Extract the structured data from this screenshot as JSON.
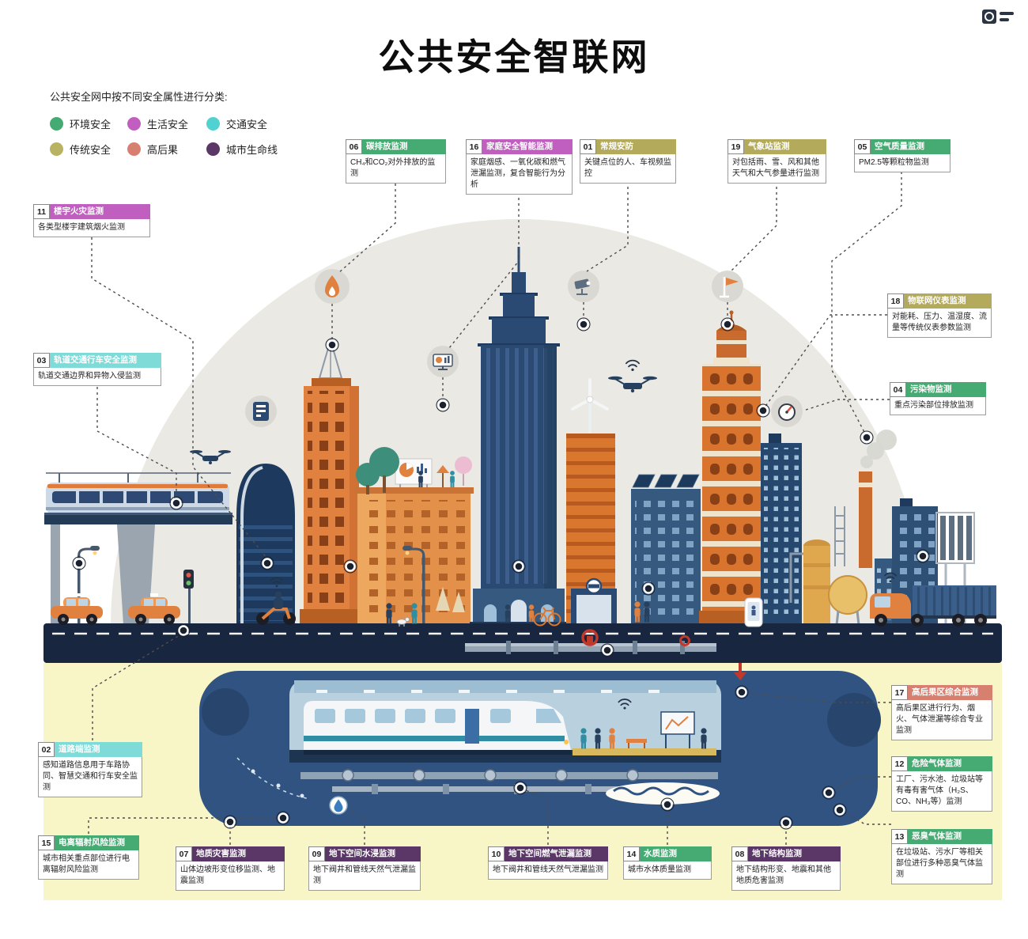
{
  "page_title": "公共安全智联网",
  "legend": {
    "heading": "公共安全网中按不同安全属性进行分类:",
    "items": [
      {
        "label": "环境安全",
        "color": "#45ab72"
      },
      {
        "label": "生活安全",
        "color": "#c05fc0"
      },
      {
        "label": "交通安全",
        "color": "#52d1d1"
      },
      {
        "label": "传统安全",
        "color": "#b9b262"
      },
      {
        "label": "高后果",
        "color": "#d8806f"
      },
      {
        "label": "城市生命线",
        "color": "#5a3766"
      }
    ]
  },
  "colors": {
    "environment": "#45ab72",
    "life": "#c05fc0",
    "traffic": "#7edbd8",
    "traditional": "#b3aa5c",
    "high_consequence": "#d8806f",
    "lifeline": "#5a3766"
  },
  "callouts": [
    {
      "num": "06",
      "title": "碳排放监测",
      "desc": "CH₄和CO₂对外排放的监测",
      "category": "环境安全",
      "color": "#45ab72"
    },
    {
      "num": "16",
      "title": "家庭安全智能监测",
      "desc": "家庭烟感、一氧化碳和燃气泄漏监测，复合智能行为分析",
      "category": "生活安全",
      "color": "#c05fc0"
    },
    {
      "num": "01",
      "title": "常规安防",
      "desc": "关键点位的人、车视频监控",
      "category": "传统安全",
      "color": "#b3aa5c"
    },
    {
      "num": "19",
      "title": "气象站监测",
      "desc": "对包括雨、雪、风和其他天气和大气参量进行监测",
      "category": "传统安全",
      "color": "#b3aa5c"
    },
    {
      "num": "05",
      "title": "空气质量监测",
      "desc": "PM2.5等颗粒物监测",
      "category": "环境安全",
      "color": "#45ab72"
    },
    {
      "num": "11",
      "title": "楼宇火灾监测",
      "desc": "各类型楼宇建筑烟火监测",
      "category": "生活安全",
      "color": "#c05fc0"
    },
    {
      "num": "03",
      "title": "轨道交通行车安全监测",
      "desc": "轨道交通边界和异物入侵监测",
      "category": "交通安全",
      "color": "#7edbd8"
    },
    {
      "num": "18",
      "title": "物联网仪表监测",
      "desc": "对能耗、压力、温湿度、流量等传统仪表参数监测",
      "category": "传统安全",
      "color": "#b3aa5c"
    },
    {
      "num": "04",
      "title": "污染物监测",
      "desc": "重点污染部位排放监测",
      "category": "环境安全",
      "color": "#45ab72"
    },
    {
      "num": "17",
      "title": "高后果区综合监测",
      "desc": "高后果区进行行为、烟火、气体泄漏等综合专业监测",
      "category": "高后果",
      "color": "#d8806f"
    },
    {
      "num": "12",
      "title": "危险气体监测",
      "desc": "工厂、污水池、垃圾站等有毒有害气体（H₂S、CO、NH₃等）监测",
      "category": "环境安全",
      "color": "#45ab72"
    },
    {
      "num": "13",
      "title": "恶臭气体监测",
      "desc": "在垃圾站、污水厂等相关部位进行多种恶臭气体监测",
      "category": "环境安全",
      "color": "#45ab72"
    },
    {
      "num": "02",
      "title": "道路端监测",
      "desc": "感知道路信息用于车路协同、智慧交通和行车安全监测",
      "category": "交通安全",
      "color": "#7edbd8"
    },
    {
      "num": "15",
      "title": "电离辐射风险监测",
      "desc": "城市相关重点部位进行电离辐射风险监测",
      "category": "环境安全",
      "color": "#45ab72"
    },
    {
      "num": "07",
      "title": "地质灾害监测",
      "desc": "山体边坡形变位移监测、地震监测",
      "category": "城市生命线",
      "color": "#5a3766"
    },
    {
      "num": "09",
      "title": "地下空间水浸监测",
      "desc": "地下阀井和管线天然气泄漏监测",
      "category": "城市生命线",
      "color": "#5a3766"
    },
    {
      "num": "10",
      "title": "地下空间燃气泄漏监测",
      "desc": "地下阀井和管线天然气泄漏监测",
      "category": "城市生命线",
      "color": "#5a3766"
    },
    {
      "num": "14",
      "title": "水质监测",
      "desc": "城市水体质量监测",
      "category": "环境安全",
      "color": "#45ab72"
    },
    {
      "num": "08",
      "title": "地下结构监测",
      "desc": "地下结构形变、地震和其他地质危害监测",
      "category": "城市生命线",
      "color": "#5a3766"
    }
  ],
  "scene": {
    "icons": [
      "flame-icon",
      "cctv-camera-icon",
      "weather-vane-icon",
      "monitor-icon",
      "utility-meter-icon",
      "gauge-icon",
      "water-droplet-icon",
      "wifi-icon",
      "drone-icon",
      "sensor-dot"
    ]
  }
}
